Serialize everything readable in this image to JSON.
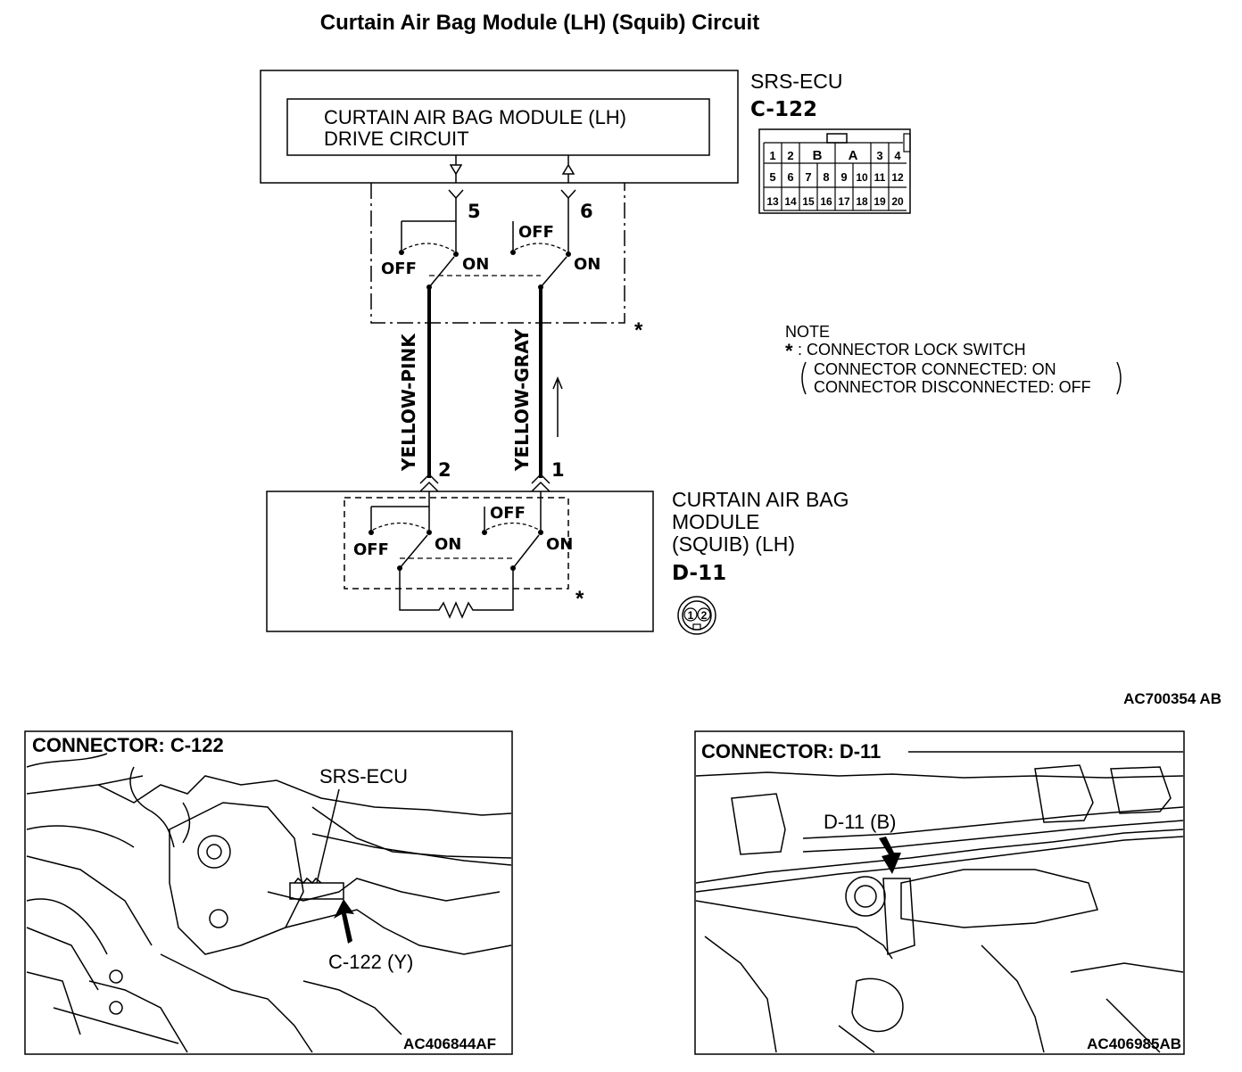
{
  "title": "Curtain Air Bag Module (LH) (Squib) Circuit",
  "ecu": {
    "name": "SRS-ECU",
    "connector": "C-122",
    "inner_box_line1": "CURTAIN AIR BAG MODULE (LH)",
    "inner_box_line2": "DRIVE CIRCUIT",
    "terminal_left": "5",
    "terminal_right": "6",
    "off_label": "OFF",
    "on_label": "ON",
    "pin_row1": [
      "1",
      "2",
      "B",
      "A",
      "3",
      "4"
    ],
    "pin_row2": [
      "5",
      "6",
      "7",
      "8",
      "9",
      "10",
      "11",
      "12"
    ],
    "pin_row3": [
      "13",
      "14",
      "15",
      "16",
      "17",
      "18",
      "19",
      "20"
    ]
  },
  "wires": {
    "left": "YELLOW-PINK",
    "right": "YELLOW-GRAY"
  },
  "module": {
    "name_line1": "CURTAIN AIR BAG",
    "name_line2": "MODULE",
    "name_line3": "(SQUIB) (LH)",
    "connector": "D-11",
    "terminal_left": "2",
    "terminal_right": "1",
    "pin_left": "1",
    "pin_right": "2"
  },
  "note": {
    "heading": "NOTE",
    "star": "*",
    "line1": ": CONNECTOR LOCK SWITCH",
    "line2": "CONNECTOR CONNECTED: ON",
    "line3": "CONNECTOR DISCONNECTED: OFF"
  },
  "diagram_code": "AC700354 AB",
  "photo_left": {
    "title": "CONNECTOR: C-122",
    "label_top": "SRS-ECU",
    "label_bottom": "C-122 (Y)",
    "code": "AC406844AF"
  },
  "photo_right": {
    "title": "CONNECTOR: D-11",
    "label": "D-11 (B)",
    "code": "AC406985AB"
  }
}
